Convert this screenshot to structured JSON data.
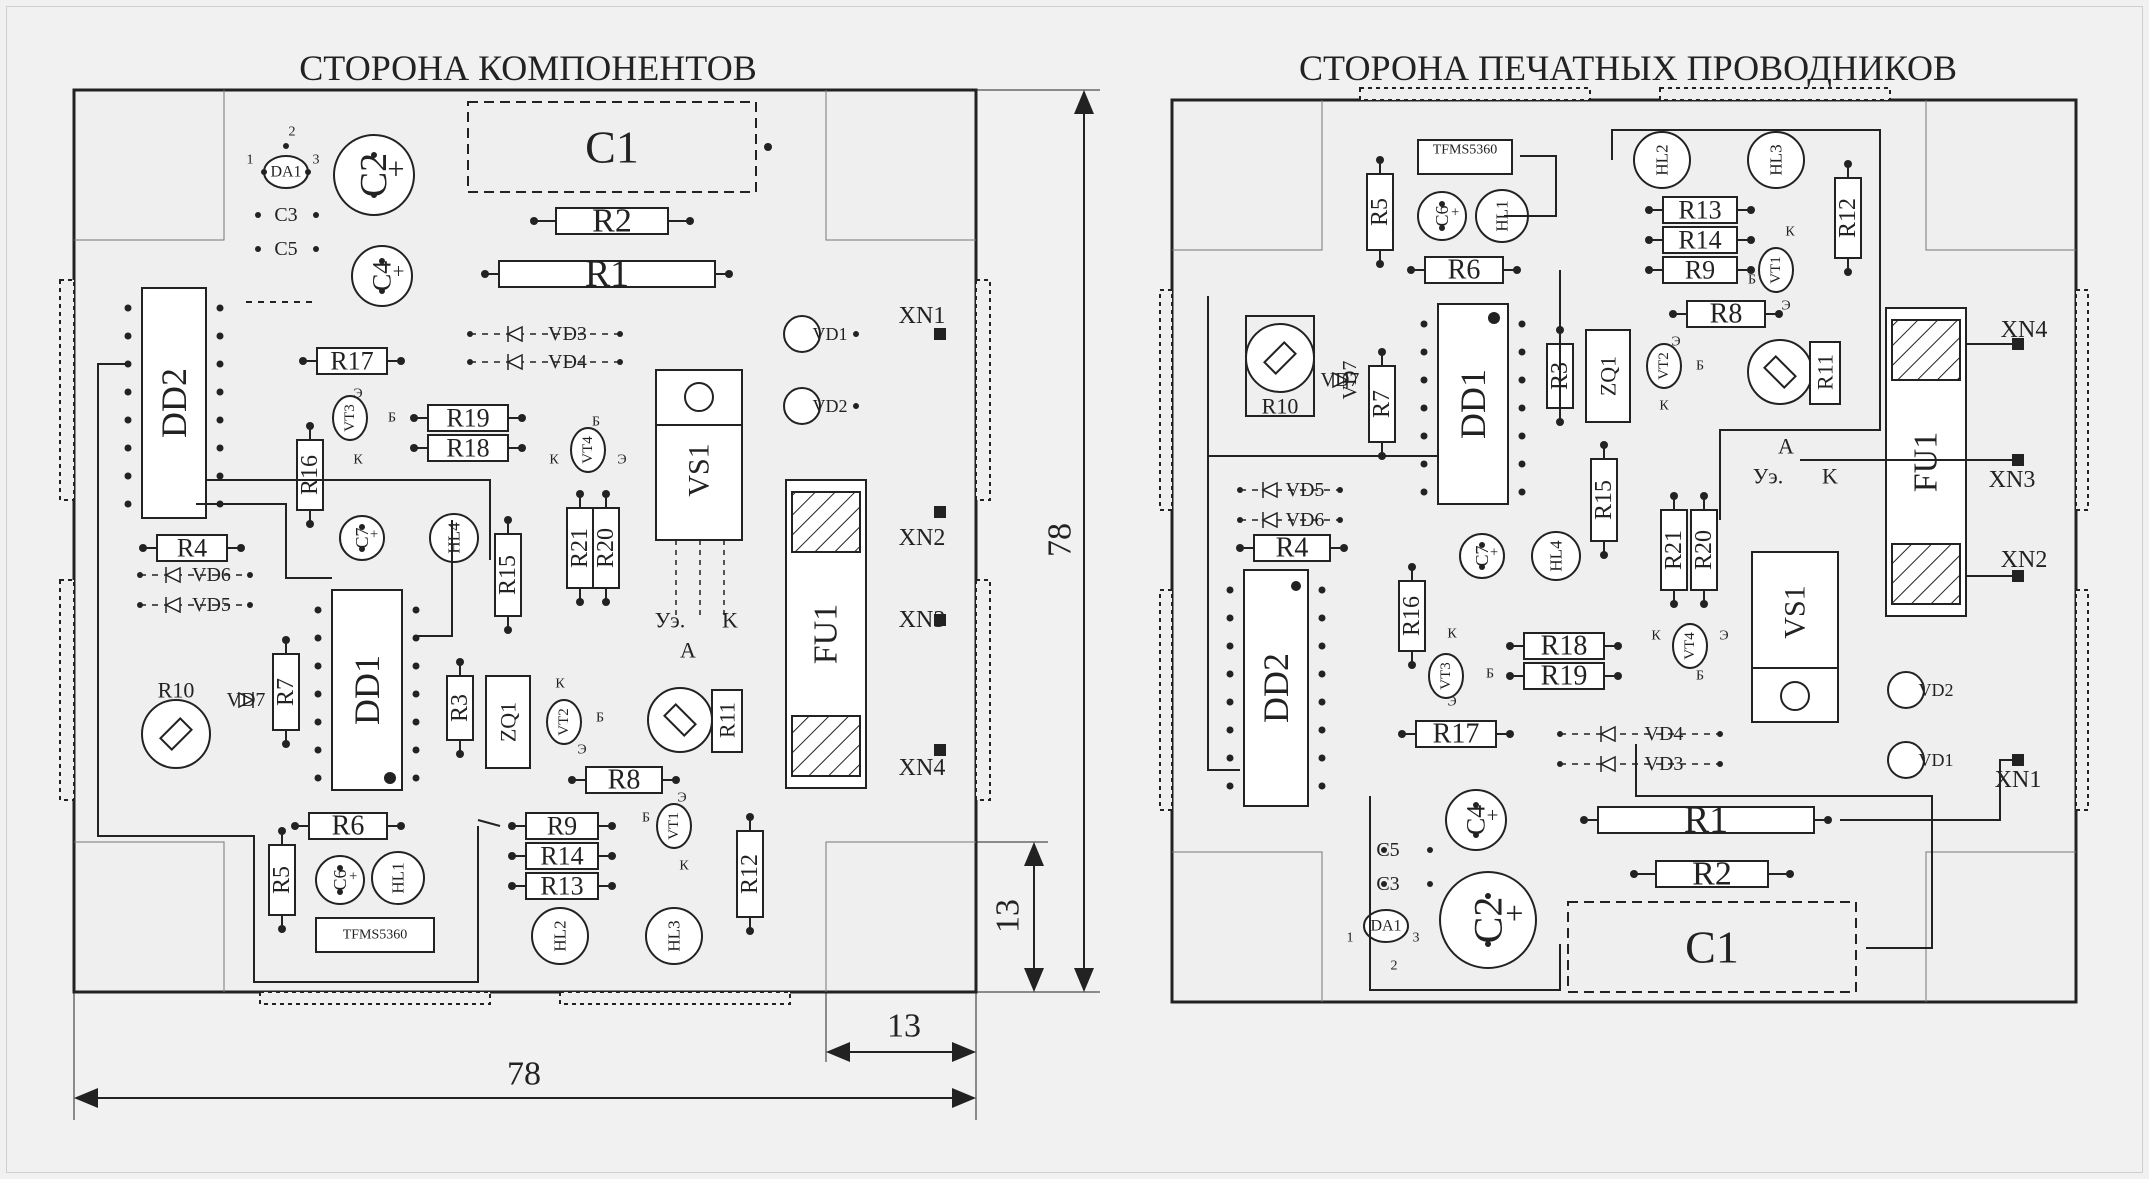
{
  "left_title": "СТОРОНА КОМПОНЕНТОВ",
  "right_title": "СТОРОНА ПЕЧАТНЫХ ПРОВОДНИКОВ",
  "dimensions": {
    "width": "78",
    "height": "78",
    "corner_w": "13",
    "corner_h": "13"
  },
  "labels": {
    "C1": "C1",
    "C2": "C2",
    "C3": "C3",
    "C4": "C4",
    "C5": "C5",
    "C6": "C6",
    "C7": "C7",
    "R1": "R1",
    "R2": "R2",
    "R3": "R3",
    "R4": "R4",
    "R5": "R5",
    "R6": "R6",
    "R7": "R7",
    "R8": "R8",
    "R9": "R9",
    "R10": "R10",
    "R11": "R11",
    "R12": "R12",
    "R13": "R13",
    "R14": "R14",
    "R15": "R15",
    "R16": "R16",
    "R17": "R17",
    "R18": "R18",
    "R19": "R19",
    "R20": "R20",
    "R21": "R21",
    "DD1": "DD1",
    "DD2": "DD2",
    "DA1": "DA1",
    "ZQ1": "ZQ1",
    "VS1": "VS1",
    "FU1": "FU1",
    "VD1": "VD1",
    "VD2": "VD2",
    "VD3": "VD3",
    "VD4": "VD4",
    "VD5": "VD5",
    "VD6": "VD6",
    "VD7": "VD7",
    "VT1": "VT1",
    "VT2": "VT2",
    "VT3": "VT3",
    "VT4": "VT4",
    "HL1": "HL1",
    "HL2": "HL2",
    "HL3": "HL3",
    "HL4": "HL4",
    "XN1": "XN1",
    "XN2": "XN2",
    "XN3": "XN3",
    "XN4": "XN4",
    "TFMS": "TFMS5360",
    "Ue": "Уэ.",
    "A": "A",
    "K": "K",
    "pinK": "К",
    "pinB": "Б",
    "pinE": "Э",
    "p1": "1",
    "p2": "2",
    "p3": "3",
    "plus": "+"
  }
}
